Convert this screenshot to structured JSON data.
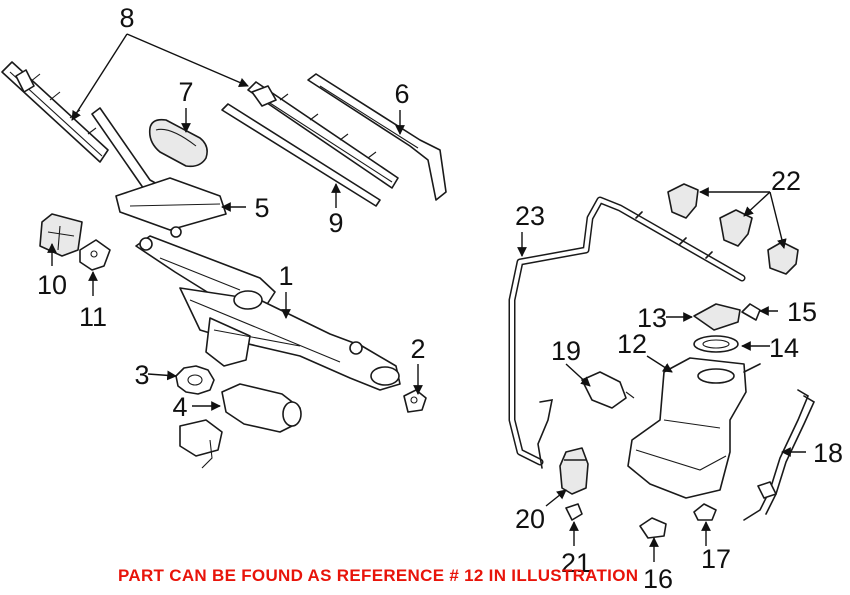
{
  "diagram": {
    "callouts": [
      "1",
      "2",
      "3",
      "4",
      "5",
      "6",
      "7",
      "8",
      "9",
      "10",
      "11",
      "12",
      "13",
      "14",
      "15",
      "16",
      "17",
      "18",
      "19",
      "20",
      "21",
      "22",
      "23"
    ],
    "note": "PART CAN BE FOUND AS REFERENCE # 12 IN ILLUSTRATION"
  },
  "colors": {
    "note_text": "#e8140a",
    "line_art": "#1a1a1a",
    "background": "#ffffff"
  }
}
